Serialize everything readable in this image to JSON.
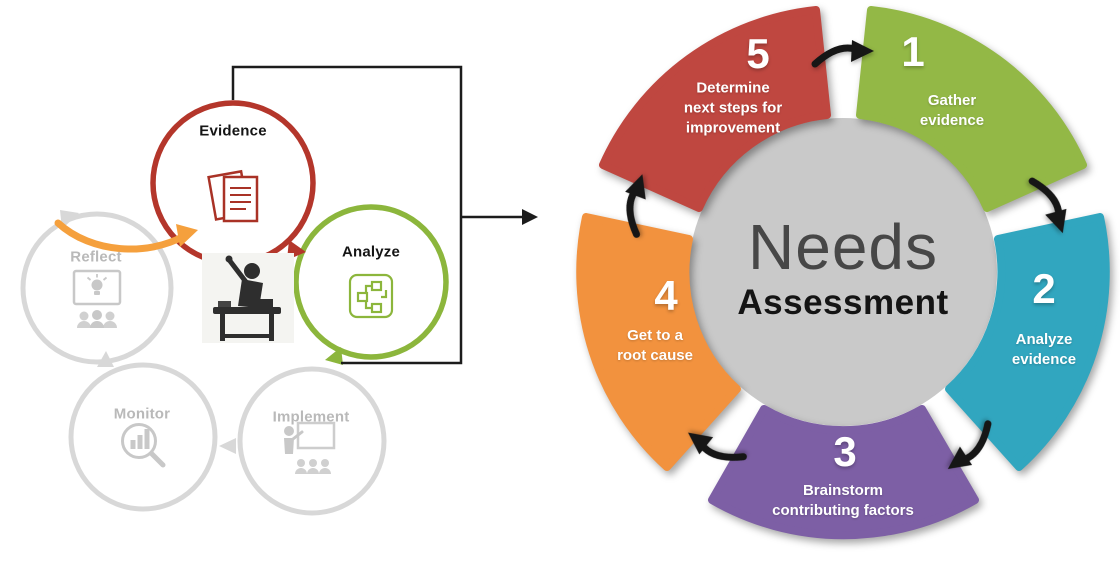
{
  "left_diagram": {
    "steps": [
      {
        "id": "evidence",
        "label": "Evidence",
        "state": "highlighted",
        "icon": "documents-icon"
      },
      {
        "id": "analyze",
        "label": "Analyze",
        "state": "highlighted",
        "icon": "flowchart-icon"
      },
      {
        "id": "reflect",
        "label": "Reflect",
        "state": "dimmed",
        "icon": "presentation-lightbulb-icon"
      },
      {
        "id": "monitor",
        "label": "Monitor",
        "state": "dimmed",
        "icon": "magnifier-chart-icon"
      },
      {
        "id": "implement",
        "label": "Implement",
        "state": "dimmed",
        "icon": "teacher-whiteboard-icon"
      }
    ],
    "center_icon": "student-at-desk-icon",
    "colors": {
      "evidence_ring": "#b4362b",
      "analyze_ring": "#8cb63c",
      "dimmed_ring": "#d8d8d8",
      "dimmed_label": "#b9b9b9",
      "highlight_arrow": "#f5a03d",
      "connector": "#1c1c1c"
    }
  },
  "right_diagram": {
    "center_title": {
      "line1": "Needs",
      "line2": "Assessment"
    },
    "center_circle_color": "#c9c9c9",
    "arrow_color": "#161616",
    "segments": [
      {
        "number": "1",
        "label": "Gather\nevidence",
        "color": "#93b846"
      },
      {
        "number": "2",
        "label": "Analyze\nevidence",
        "color": "#31a6bf"
      },
      {
        "number": "3",
        "label": "Brainstorm\ncontributing factors",
        "color": "#7d5fa5"
      },
      {
        "number": "4",
        "label": "Get to a\nroot cause",
        "color": "#f2923e"
      },
      {
        "number": "5",
        "label": "Determine\nnext steps for\nimprovement",
        "color": "#bf4740"
      }
    ]
  }
}
